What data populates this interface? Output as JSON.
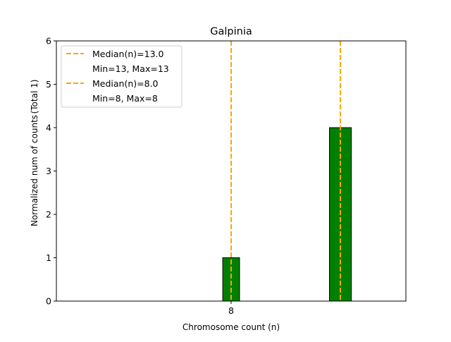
{
  "chart_data": {
    "type": "bar",
    "title": "Galpinia",
    "xlabel": "Chromosome count (n)",
    "ylabel": "Normalized num of counts",
    "ylabel_extra": "(Total 1)",
    "xlim": [
      0,
      16
    ],
    "ylim": [
      0,
      6
    ],
    "xticks": [
      8
    ],
    "xtick_labels": [
      "8"
    ],
    "yticks": [
      0,
      1,
      2,
      3,
      4,
      5,
      6
    ],
    "ytick_labels": [
      "0",
      "1",
      "2",
      "3",
      "4",
      "5",
      "6"
    ],
    "bars": [
      {
        "x": 8,
        "value": 1,
        "width": 0.77
      },
      {
        "x": 13,
        "value": 4,
        "width": 1.0
      }
    ],
    "median_lines": [
      {
        "x": 13.0,
        "label": "Median(n)=13.0",
        "sublabel": "Min=13, Max=13"
      },
      {
        "x": 8.0,
        "label": "Median(n)=8.0",
        "sublabel": "Min=8, Max=8"
      }
    ],
    "legend_position": "upper-left",
    "colors": {
      "bar": "#008000",
      "bar_edge": "#000000",
      "median": "#FFA500"
    }
  }
}
